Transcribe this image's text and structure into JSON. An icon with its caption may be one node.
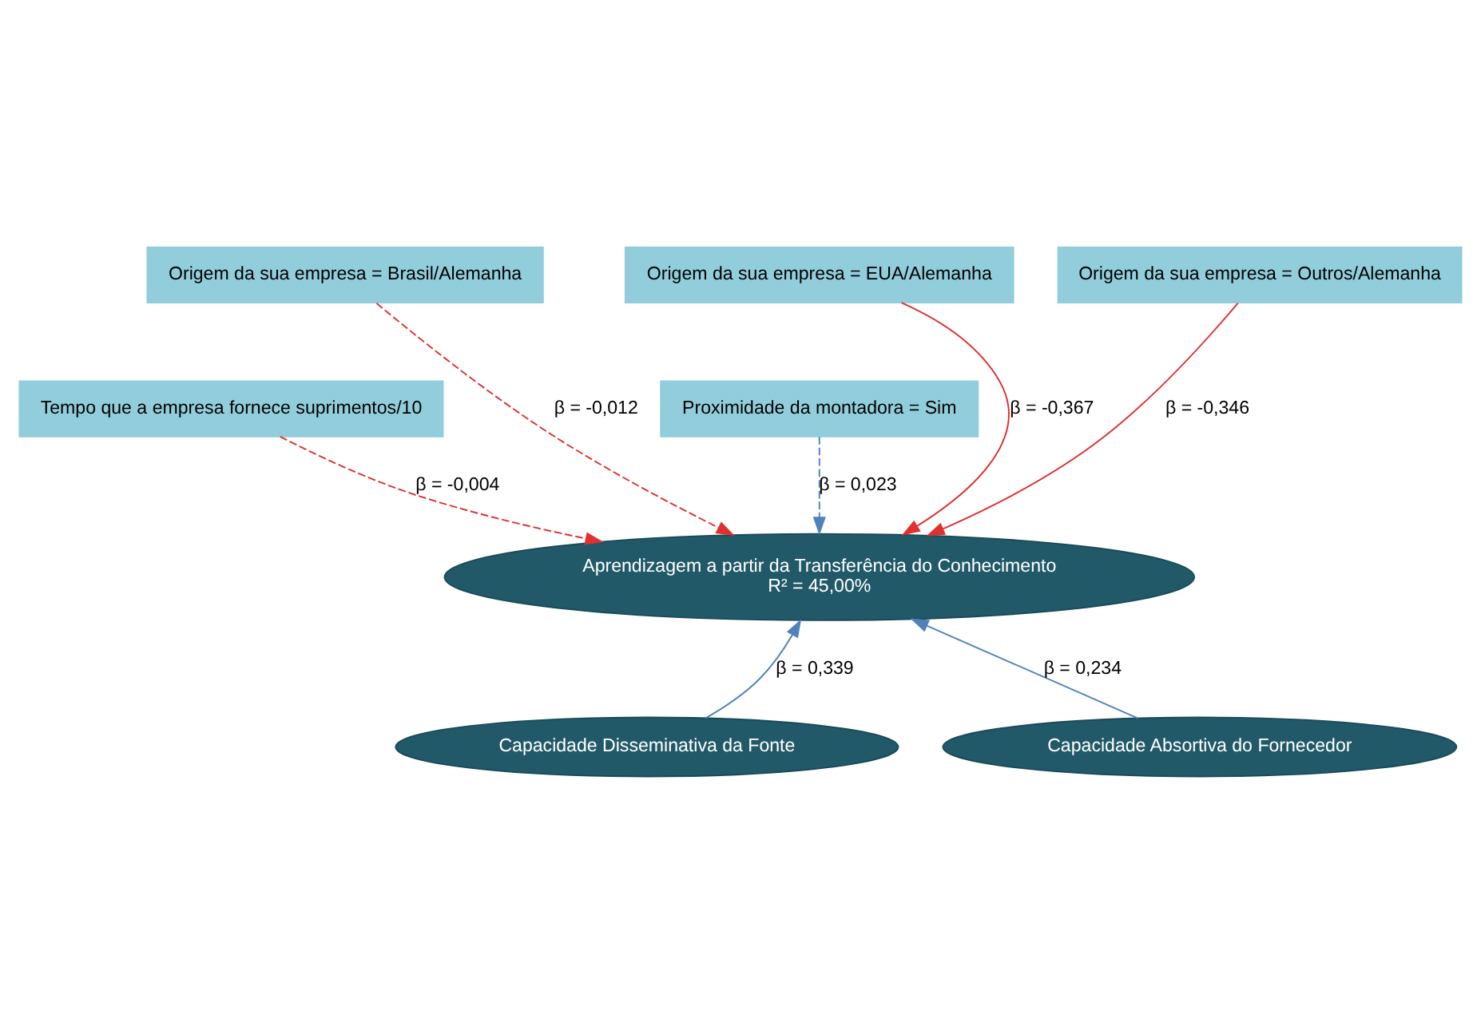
{
  "diagram": {
    "nodes": [
      {
        "text": [
          "Origem da sua empresa = Brasil/Alemanha"
        ]
      },
      {
        "text": [
          "Origem da sua empresa = EUA/Alemanha"
        ]
      },
      {
        "text": [
          "Origem da sua empresa = Outros/Alemanha"
        ]
      },
      {
        "text": [
          "Tempo que a empresa fornece suprimentos/10"
        ]
      },
      {
        "text": [
          "Proximidade da montadora = Sim"
        ]
      },
      {
        "text": [
          "Aprendizagem a partir da Transferência do Conhecimento",
          "R² = 45,00%"
        ]
      },
      {
        "text": [
          "Capacidade Disseminativa da Fonte"
        ]
      },
      {
        "text": [
          "Capacidade Absortiva do Fornecedor"
        ]
      }
    ],
    "edges": [
      {
        "from": 3,
        "to": 5,
        "arrow": "to",
        "label": "β = -0,004",
        "style": "dashed"
      },
      {
        "from": 0,
        "to": 5,
        "arrow": "to",
        "label": "β = -0,012",
        "style": "dashed"
      },
      {
        "from": 1,
        "to": 5,
        "arrow": "to",
        "label": "β = -0,367"
      },
      {
        "from": 2,
        "to": 5,
        "arrow": "to",
        "label": "β = -0,346"
      },
      {
        "from": 4,
        "to": 5,
        "arrow": "to",
        "label": "β = 0,023",
        "style": "dashed",
        "color": "#4f81bd"
      },
      {
        "from": 6,
        "to": 5,
        "arrow": "to",
        "label": "β = 0,339",
        "color": "#4f81bd"
      },
      {
        "from": 7,
        "to": 5,
        "arrow": "to",
        "label": "β = 0,234",
        "color": "#4f81bd"
      }
    ]
  }
}
